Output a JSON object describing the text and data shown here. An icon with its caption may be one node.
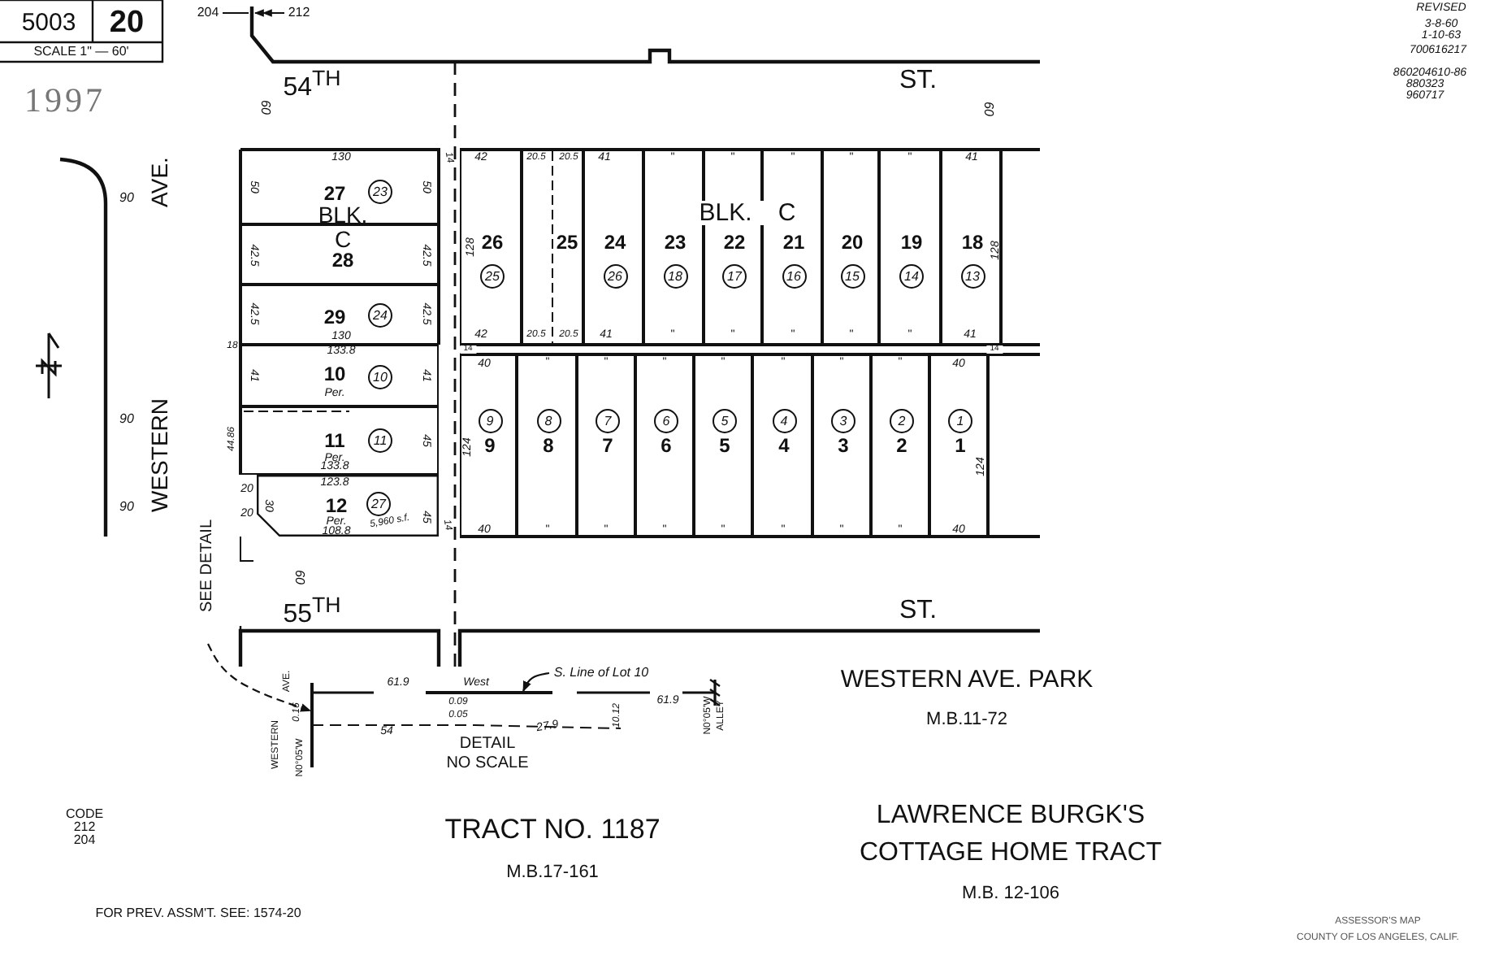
{
  "diagram": {
    "nodes": [
      {
        "text": [
          "27",
          "23",
          "BLK."
        ]
      },
      {
        "text": [
          "C",
          "28"
        ]
      },
      {
        "text": [
          "29",
          "24"
        ]
      },
      {
        "text": [
          "10",
          "10",
          "Per."
        ]
      },
      {
        "text": [
          "11",
          "11",
          "Per."
        ]
      },
      {
        "text": [
          "12",
          "27",
          "Per."
        ]
      },
      {
        "text": [
          "26",
          "25"
        ]
      },
      {
        "text": [
          "25"
        ]
      },
      {
        "text": [
          "24",
          "26"
        ]
      },
      {
        "text": [
          "23",
          "18"
        ]
      },
      {
        "text": [
          "22",
          "17"
        ]
      },
      {
        "text": [
          "21",
          "16"
        ]
      },
      {
        "text": [
          "20",
          "15"
        ]
      },
      {
        "text": [
          "19",
          "14"
        ]
      },
      {
        "text": [
          "18",
          "13"
        ]
      },
      {
        "text": [
          "9",
          "9"
        ]
      },
      {
        "text": [
          "8",
          "8"
        ]
      },
      {
        "text": [
          "7",
          "7"
        ]
      },
      {
        "text": [
          "6",
          "6"
        ]
      },
      {
        "text": [
          "5",
          "5"
        ]
      },
      {
        "text": [
          "4",
          "4"
        ]
      },
      {
        "text": [
          "3",
          "3"
        ]
      },
      {
        "text": [
          "2",
          "2"
        ]
      },
      {
        "text": [
          "1",
          "1"
        ]
      },
      {
        "text": [
          "SEE DETAIL"
        ]
      },
      {
        "text": [
          "S. Line of Lot 10"
        ]
      },
      {
        "text": [],
        "shape": "bar"
      },
      {
        "text": [],
        "shape": "bar"
      }
    ],
    "edges": [
      {
        "from": 24,
        "to": 26,
        "arrow": "to",
        "style": "dashed"
      },
      {
        "from": 25,
        "to": 27,
        "arrow": "to"
      }
    ],
    "labels": [
      "5003",
      "20",
      "SCALE 1\" — 60'",
      "1997",
      "204",
      "212",
      "REVISED",
      "3-8-60",
      "1-10-63",
      "700616217",
      "860204610-86",
      "880323",
      "960717",
      "54$^{TH}$",
      "ST.",
      "60",
      "60",
      "AVE.",
      "90",
      "WESTERN",
      "90",
      "90",
      "130",
      "50",
      "50",
      "42.5",
      "42.5",
      "42.5",
      "42.5",
      "130",
      "133.8",
      "18",
      "41",
      "41",
      "44.86",
      "133.8",
      "45",
      "123.8",
      "20",
      "30",
      "20",
      "108.8",
      "5,960 s.f.",
      "45",
      "14",
      "42",
      "20.5",
      "20.5",
      "41",
      "\"",
      "\"",
      "\"",
      "\"",
      "\"",
      "41",
      "BLK. C",
      "128",
      "128",
      "42",
      "20.5",
      "20.5",
      "41",
      "\"",
      "\"",
      "\"",
      "\"",
      "\"",
      "41",
      "14",
      "14",
      "40",
      "\"",
      "\"",
      "\"",
      "\"",
      "\"",
      "\"",
      "\"",
      "40",
      "124",
      "124",
      "14",
      "40",
      "\"",
      "\"",
      "\"",
      "\"",
      "\"",
      "\"",
      "\"",
      "40",
      "60",
      "55$^{TH}$",
      "ST.",
      "AVE.",
      "WESTERN",
      "0.16",
      "N0°05'W",
      "61.9",
      "West",
      "0.09",
      "0.05",
      "54",
      "27.9",
      "10.12",
      "61.9",
      "N0°05'W",
      "ALLEY",
      "DETAIL",
      "NO SCALE",
      "WESTERN AVE. PARK",
      "M.B.11-72",
      "CODE",
      "212",
      "204",
      "TRACT NO. 1187",
      "M.B.17-161",
      "LAWRENCE BURGK'S",
      "COTTAGE HOME TRACT",
      "M.B. 12-106",
      "FOR PREV. ASSM'T. SEE: 1574-20",
      "ASSESSOR'S MAP",
      "COUNTY OF LOS ANGELES, CALIF."
    ]
  }
}
